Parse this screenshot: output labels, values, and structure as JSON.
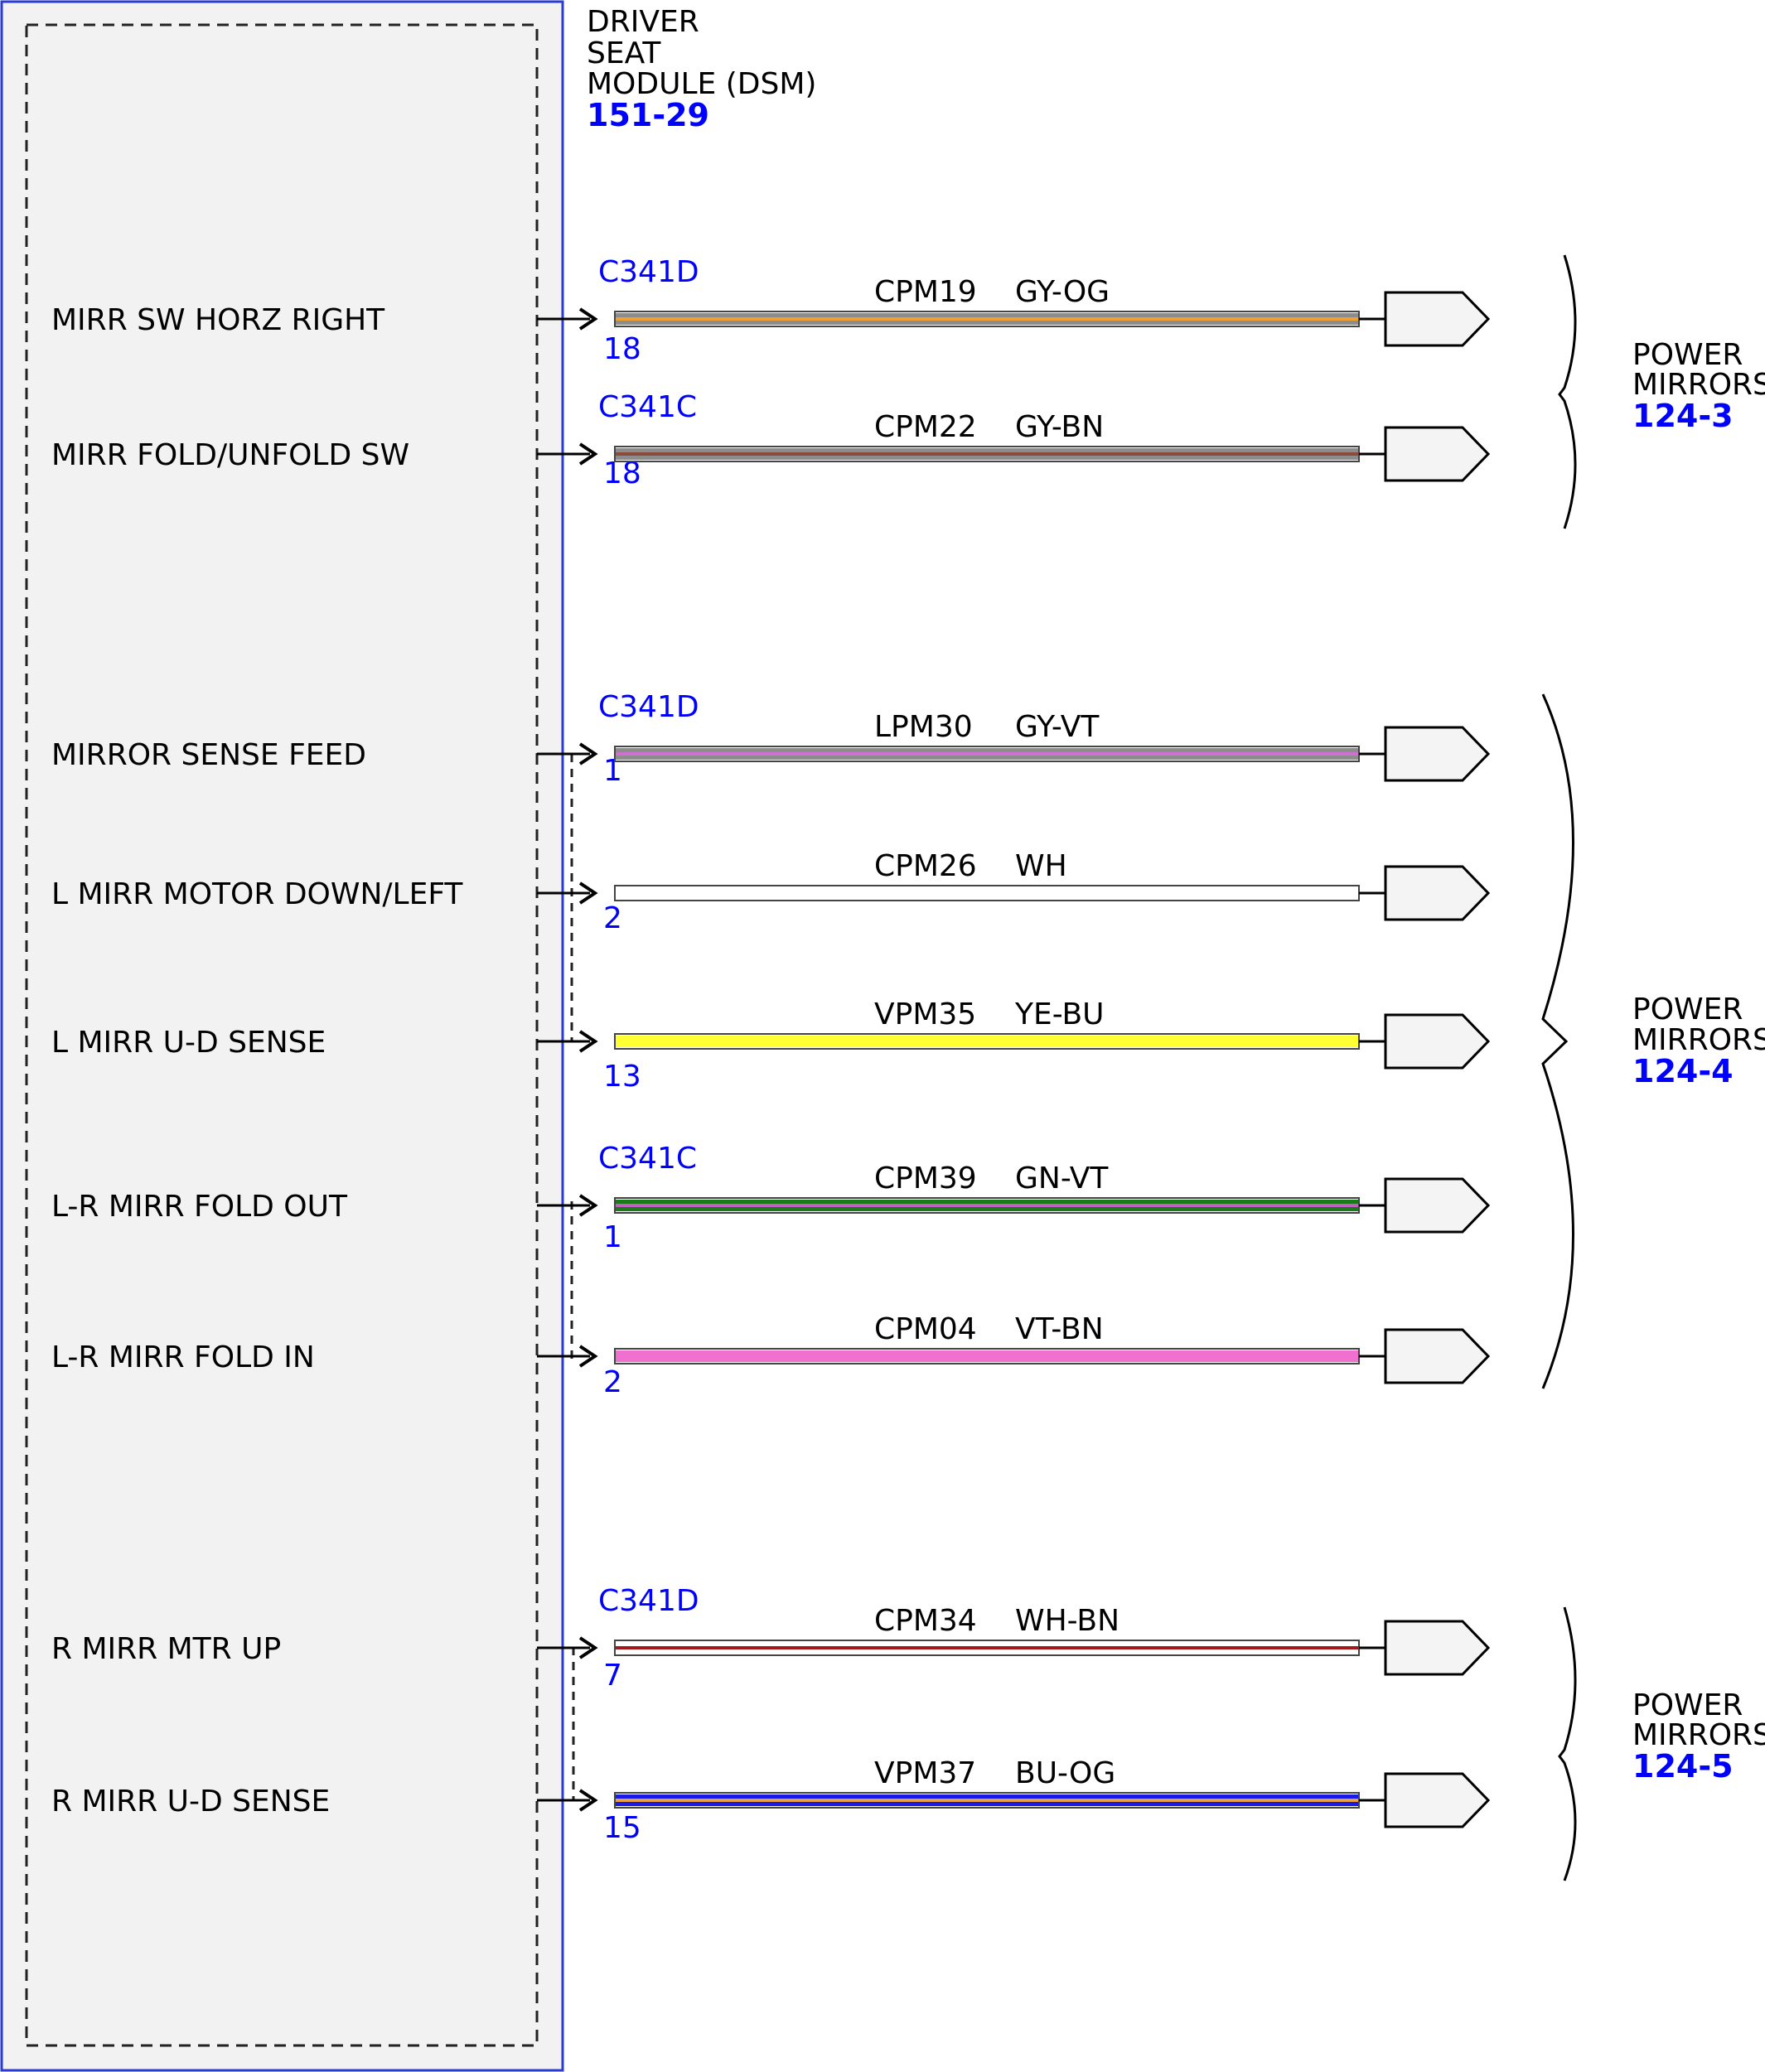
{
  "module": {
    "title_lines": [
      "DRIVER",
      "SEAT",
      "MODULE (DSM)"
    ],
    "ref": "151-29"
  },
  "circuits": [
    {
      "label": "MIRR SW HORZ RIGHT",
      "connector": "C341D",
      "pin": "18",
      "circuit": "CPM19",
      "color_code": "GY-OG",
      "colors": [
        "#8c8c8c",
        "#f0a030"
      ]
    },
    {
      "label": "MIRR FOLD/UNFOLD SW",
      "connector": "C341C",
      "pin": "18",
      "circuit": "CPM22",
      "color_code": "GY-BN",
      "colors": [
        "#8c8c8c",
        "#8b4a3a"
      ]
    },
    {
      "label": "MIRROR SENSE FEED",
      "connector": "C341D",
      "pin": "1",
      "circuit": "LPM30",
      "color_code": "GY-VT",
      "colors": [
        "#8c8c8c",
        "#d070d0"
      ]
    },
    {
      "label": "L MIRR MOTOR DOWN/LEFT",
      "connector": "",
      "pin": "2",
      "circuit": "CPM26",
      "color_code": "WH",
      "colors": [
        "#ffffff",
        "#ffffff"
      ]
    },
    {
      "label": "L MIRR U-D SENSE",
      "connector": "",
      "pin": "13",
      "circuit": "VPM35",
      "color_code": "YE-BU",
      "colors": [
        "#ffff33",
        "#ffff33"
      ]
    },
    {
      "label": "L-R MIRR FOLD OUT",
      "connector": "C341C",
      "pin": "1",
      "circuit": "CPM39",
      "color_code": "GN-VT",
      "colors": [
        "#1a7a1a",
        "#c060c0"
      ]
    },
    {
      "label": "L-R MIRR FOLD IN",
      "connector": "",
      "pin": "2",
      "circuit": "CPM04",
      "color_code": "VT-BN",
      "colors": [
        "#f070d0",
        "#f070d0"
      ]
    },
    {
      "label": "R MIRR MTR UP",
      "connector": "C341D",
      "pin": "7",
      "circuit": "CPM34",
      "color_code": "WH-BN",
      "colors": [
        "#ffffff",
        "#a01818"
      ]
    },
    {
      "label": "R MIRR U-D SENSE",
      "connector": "",
      "pin": "15",
      "circuit": "VPM37",
      "color_code": "BU-OG",
      "colors": [
        "#1a1ae6",
        "#e8a040"
      ]
    }
  ],
  "destinations": [
    {
      "line1": "POWER",
      "line2": "MIRRORS",
      "ref": "124-3"
    },
    {
      "line1": "POWER",
      "line2": "MIRRORS",
      "ref": "124-4"
    },
    {
      "line1": "POWER",
      "line2": "MIRRORS",
      "ref": "124-5"
    }
  ]
}
